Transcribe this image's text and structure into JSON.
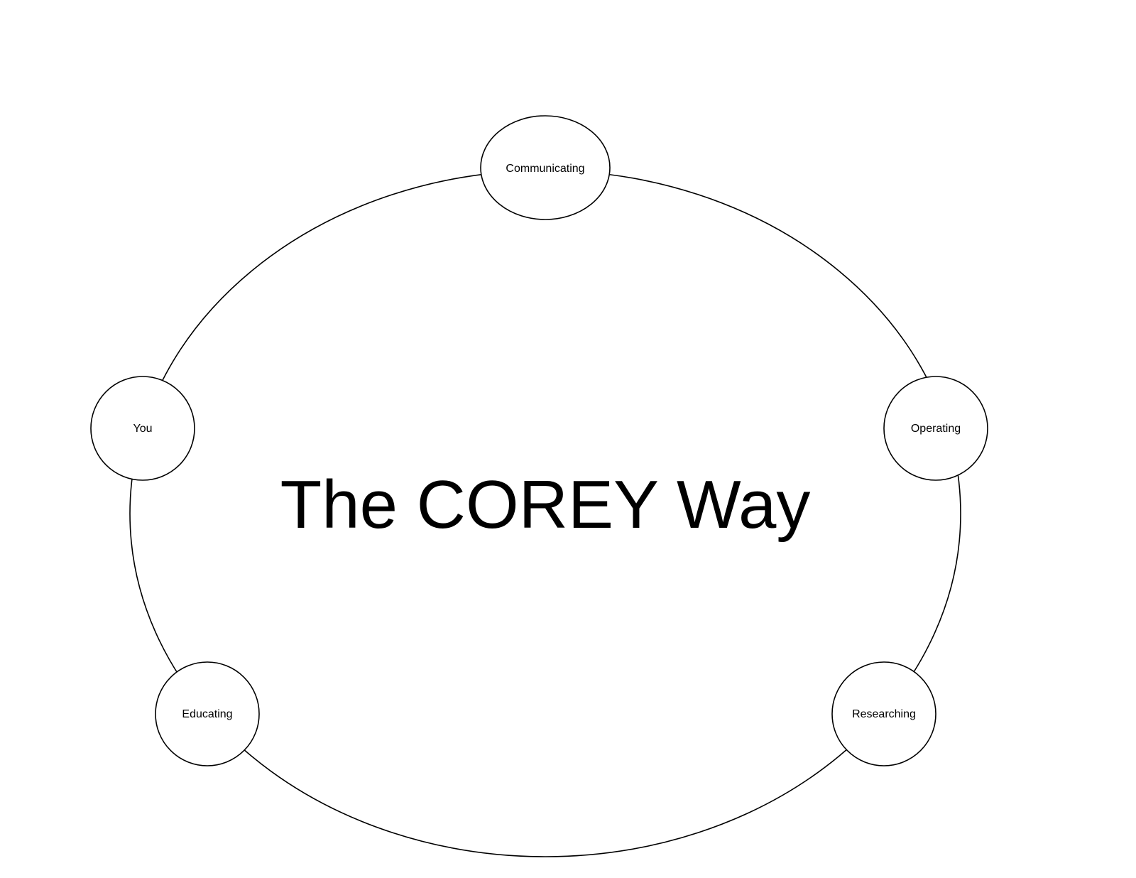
{
  "diagram": {
    "title": "The COREY Way",
    "nodes": [
      {
        "id": "communicating",
        "label": "Communicating"
      },
      {
        "id": "operating",
        "label": "Operating"
      },
      {
        "id": "researching",
        "label": "Researching"
      },
      {
        "id": "educating",
        "label": "Educating"
      },
      {
        "id": "you",
        "label": "You"
      }
    ],
    "colors": {
      "stroke": "#000000",
      "fill": "#ffffff",
      "background": "#ffffff"
    }
  }
}
